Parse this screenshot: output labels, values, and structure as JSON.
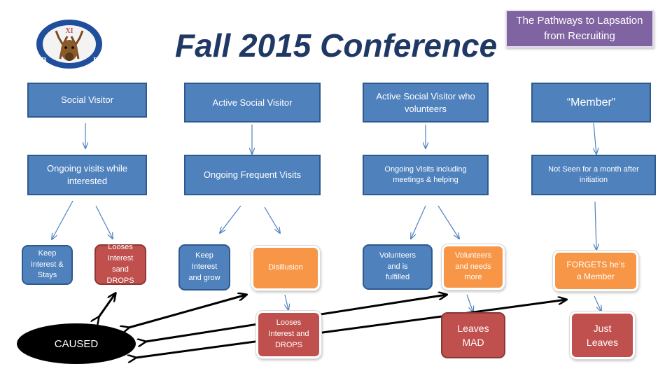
{
  "title": "Fall 2015 Conference",
  "corner_label": "The Pathways to Lapsation from Recruiting",
  "logo": {
    "icon": "elk-head-emblem"
  },
  "columns": [
    {
      "header": "Social Visitor",
      "activity": "Ongoing visits while interested",
      "outcomes": [
        "Keep interest & Stays",
        "Looses Interest sand DROPS"
      ]
    },
    {
      "header": "Active Social Visitor",
      "activity": "Ongoing Frequent Visits",
      "outcomes": [
        "Keep Interest and grow",
        "Disillusion"
      ],
      "final": "Looses Interest and DROPS"
    },
    {
      "header": "Active Social Visitor who volunteers",
      "activity": "Ongoing Visits including meetings & helping",
      "outcomes": [
        "Volunteers and is fulfilled",
        "Volunteers and needs more"
      ],
      "final": "Leaves MAD"
    },
    {
      "header": "“Member”",
      "activity": "Not Seen for a month after initiation",
      "outcomes": [
        "FORGETS he’s a Member"
      ],
      "final": "Just Leaves"
    }
  ],
  "caused_label": "CAUSED",
  "colors": {
    "title": "#1f3864",
    "blue": "#4f81bd",
    "red": "#c0504d",
    "orange": "#f79646",
    "purple": "#8064a2"
  }
}
